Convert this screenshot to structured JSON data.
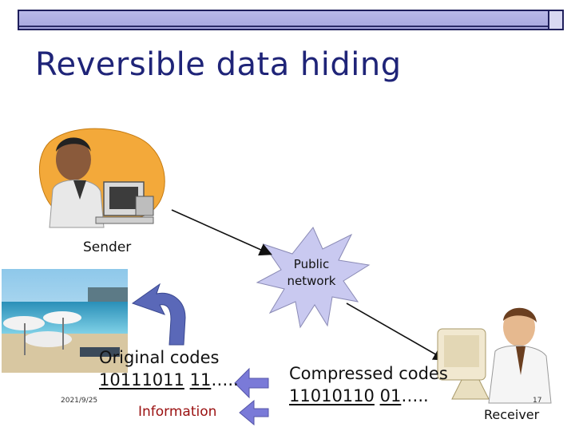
{
  "slide": {
    "title": "Reversible data hiding",
    "date": "2021/9/25",
    "page_number": "17"
  },
  "labels": {
    "sender": "Sender",
    "public_network": "Public network",
    "public_line1": "Public",
    "public_line2": "network",
    "receiver": "Receiver",
    "information": "Information"
  },
  "original": {
    "heading": "Original codes",
    "code_a": "10111011",
    "code_b": "11",
    "ellipsis": "….."
  },
  "compressed": {
    "heading": "Compressed codes",
    "code_a": "11010110",
    "code_b": "01",
    "ellipsis": "….."
  },
  "colors": {
    "title": "#1f2478",
    "starburst": "#c9c9f0",
    "arrow": "#7a7ad8",
    "curved_arrow": "#5a68b8"
  },
  "icons": [
    "sender-person-icon",
    "receiver-person-icon",
    "beach-photo",
    "public-network-starburst"
  ]
}
